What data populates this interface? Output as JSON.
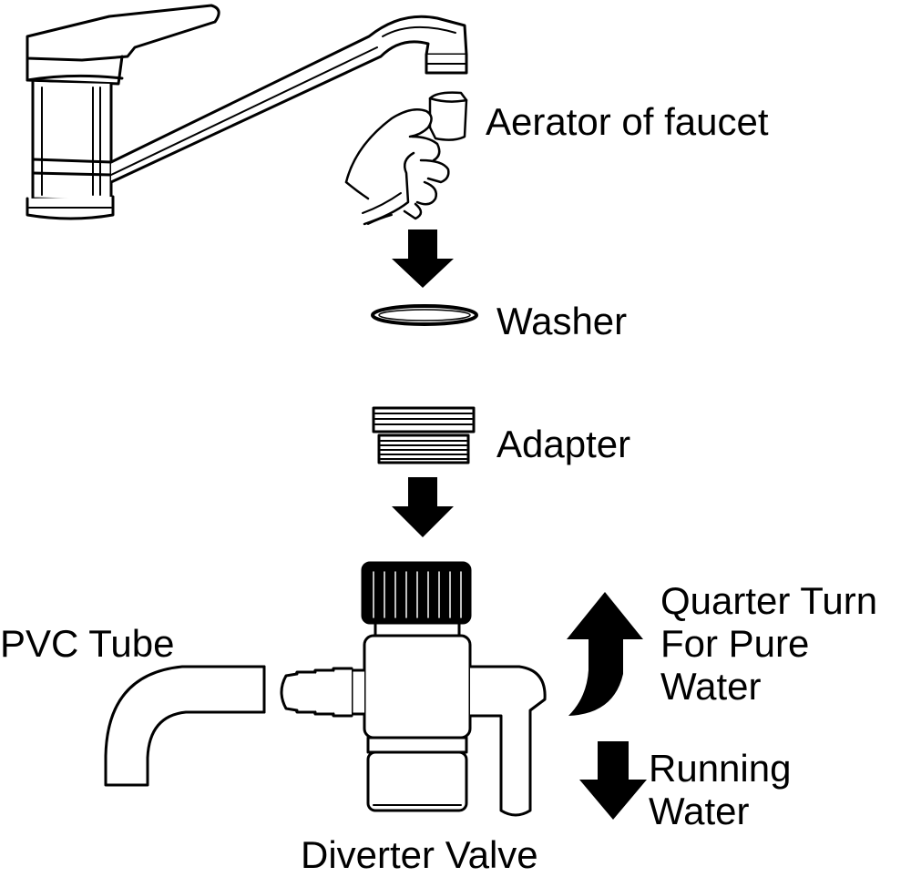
{
  "labels": {
    "aerator": "Aerator of faucet",
    "washer": "Washer",
    "adapter": "Adapter",
    "pvc_tube": "PVC Tube",
    "quarter_turn": [
      "Quarter Turn",
      "For Pure",
      "Water"
    ],
    "running_water": [
      "Running",
      "Water"
    ],
    "diverter_valve": "Diverter Valve"
  },
  "colors": {
    "ink": "#000000",
    "background": "#ffffff"
  },
  "icons": [
    "faucet-icon",
    "hand-icon",
    "down-arrow-icon",
    "washer-ring-icon",
    "adapter-icon",
    "diverter-valve-icon",
    "pvc-tube-icon",
    "curved-up-arrow-icon"
  ]
}
